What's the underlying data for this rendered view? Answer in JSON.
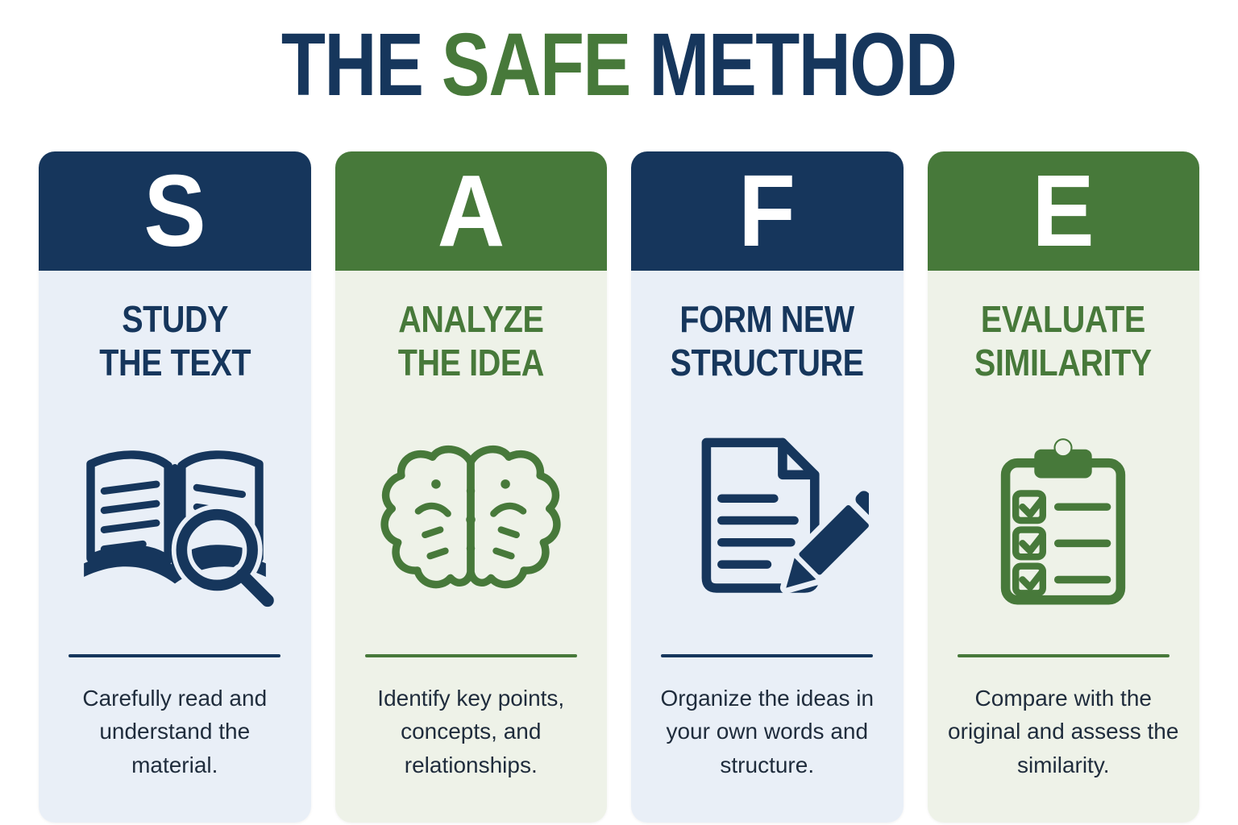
{
  "title": {
    "parts": [
      {
        "text": "THE ",
        "color": "#16365c"
      },
      {
        "text": "SAFE",
        "color": "#47793a"
      },
      {
        "text": " METHOD",
        "color": "#16365c"
      }
    ]
  },
  "colors": {
    "navy": "#16365c",
    "green": "#47793a",
    "card_body_blue": "#e9eff7",
    "card_body_green": "#eef2e8",
    "description_text": "#1f2c3c",
    "background": "#ffffff",
    "letter_text": "#ffffff"
  },
  "cards": [
    {
      "letter": "S",
      "theme": "navy",
      "heading_line1": "STUDY",
      "heading_line2": "THE TEXT",
      "icon": "book-magnifier-icon",
      "description": "Carefully read and understand the material."
    },
    {
      "letter": "A",
      "theme": "green",
      "heading_line1": "ANALYZE",
      "heading_line2": "THE IDEA",
      "icon": "brain-icon",
      "description": "Identify key points, concepts, and relationships."
    },
    {
      "letter": "F",
      "theme": "navy",
      "heading_line1": "FORM NEW",
      "heading_line2": "STRUCTURE",
      "icon": "document-pencil-icon",
      "description": "Organize the ideas in your own words and structure."
    },
    {
      "letter": "E",
      "theme": "green",
      "heading_line1": "EVALUATE",
      "heading_line2": "SIMILARITY",
      "icon": "clipboard-checklist-icon",
      "description": "Compare with the original and assess the similarity."
    }
  ]
}
